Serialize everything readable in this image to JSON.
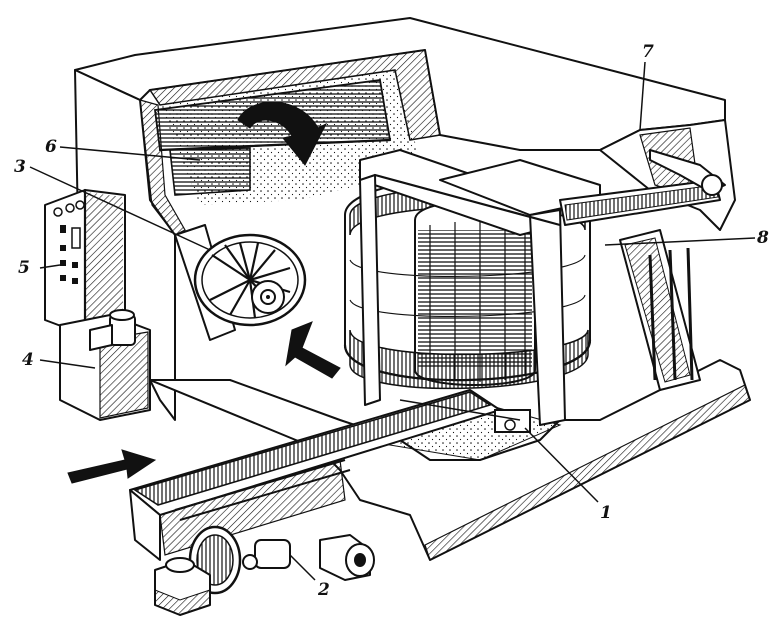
{
  "labels": {
    "l1": "1",
    "l2": "2",
    "l3": "3",
    "l4": "4",
    "l5": "5",
    "l6": "6",
    "l7": "7",
    "l8": "8"
  },
  "icons": {
    "airflow_top": "curved-arrow-icon",
    "airflow_mid": "arrow-icon",
    "conveyor_in": "arrow-icon"
  }
}
